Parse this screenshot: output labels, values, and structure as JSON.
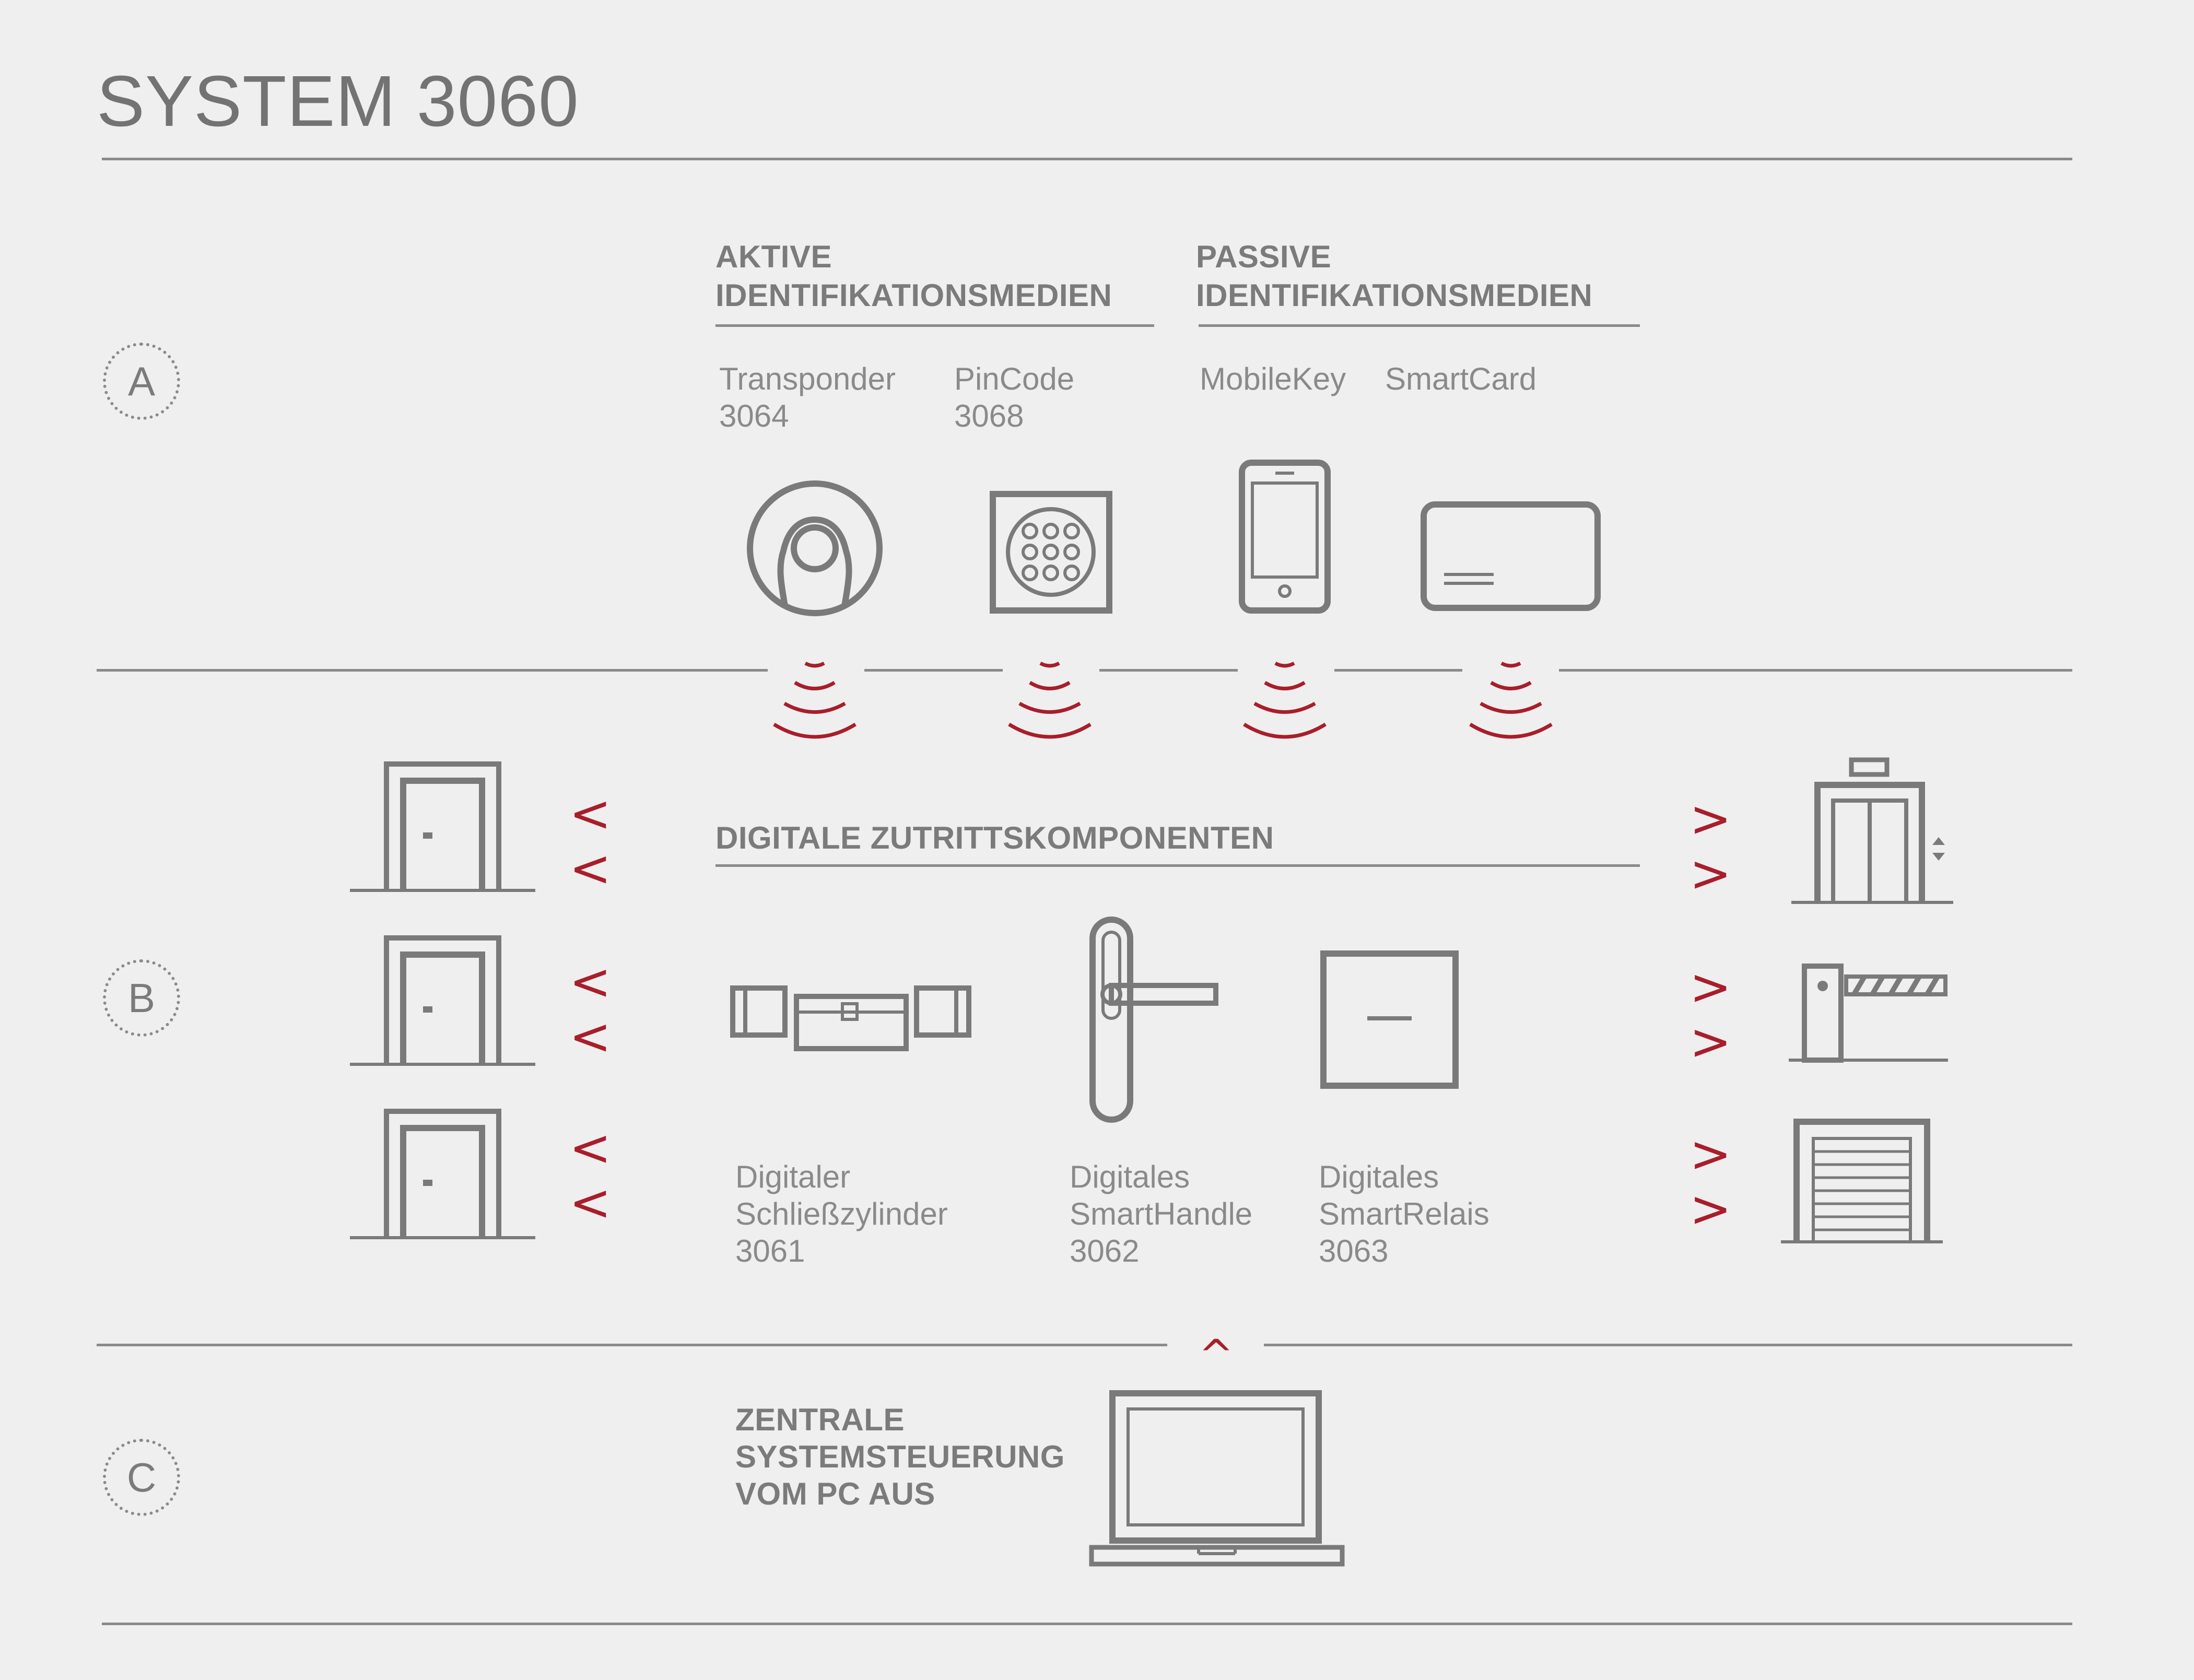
{
  "title": "SYSTEM 3060",
  "sections": {
    "a": "A",
    "b": "B",
    "c": "C"
  },
  "section_a": {
    "active_heading": [
      "AKTIVE",
      "IDENTIFIKATIONSMEDIEN"
    ],
    "passive_heading": [
      "PASSIVE",
      "IDENTIFIKATIONSMEDIEN"
    ],
    "items": [
      {
        "name": "Transponder",
        "number": "3064"
      },
      {
        "name": "PinCode",
        "number": "3068"
      },
      {
        "name": "MobileKey",
        "number": ""
      },
      {
        "name": "SmartCard",
        "number": ""
      }
    ]
  },
  "section_b": {
    "heading": "DIGITALE ZUTRITTSKOMPONENTEN",
    "components": [
      {
        "line1": "Digitaler",
        "line2": "Schließzylinder",
        "number": "3061"
      },
      {
        "line1": "Digitales",
        "line2": "SmartHandle",
        "number": "3062"
      },
      {
        "line1": "Digitales",
        "line2": "SmartRelais",
        "number": "3063"
      }
    ],
    "left_arrow": "<",
    "right_arrow": ">"
  },
  "section_c": {
    "heading": [
      "ZENTRALE",
      "SYSTEMSTEUERUNG",
      "VOM PC AUS"
    ],
    "up_arrow": "^"
  },
  "colors": {
    "accent": "#a81e2a",
    "icon": "#7a7a7a",
    "background": "#efefef"
  }
}
